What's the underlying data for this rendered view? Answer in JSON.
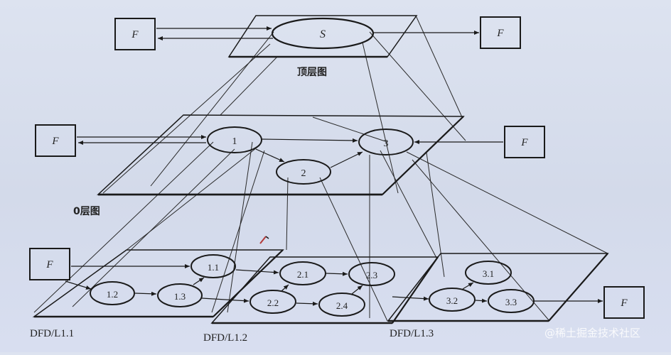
{
  "top_level": {
    "process": "S",
    "left_entity": "F",
    "right_entity": "F",
    "caption": "顶层图"
  },
  "level0": {
    "processes": [
      "1",
      "2",
      "3"
    ],
    "left_entity": "F",
    "right_entity": "F",
    "caption": "0层图"
  },
  "level1": {
    "sub1": {
      "processes": [
        "1.1",
        "1.2",
        "1.3"
      ],
      "entity": "F",
      "caption": "DFD/L1.1"
    },
    "sub2": {
      "processes": [
        "2.1",
        "2.2",
        "2.3",
        "2.4"
      ],
      "caption": "DFD/L1.2"
    },
    "sub3": {
      "processes": [
        "3.1",
        "3.2",
        "3.3"
      ],
      "entity": "F",
      "caption": "DFD/L1.3"
    }
  },
  "watermark": "@稀土掘金技术社区"
}
